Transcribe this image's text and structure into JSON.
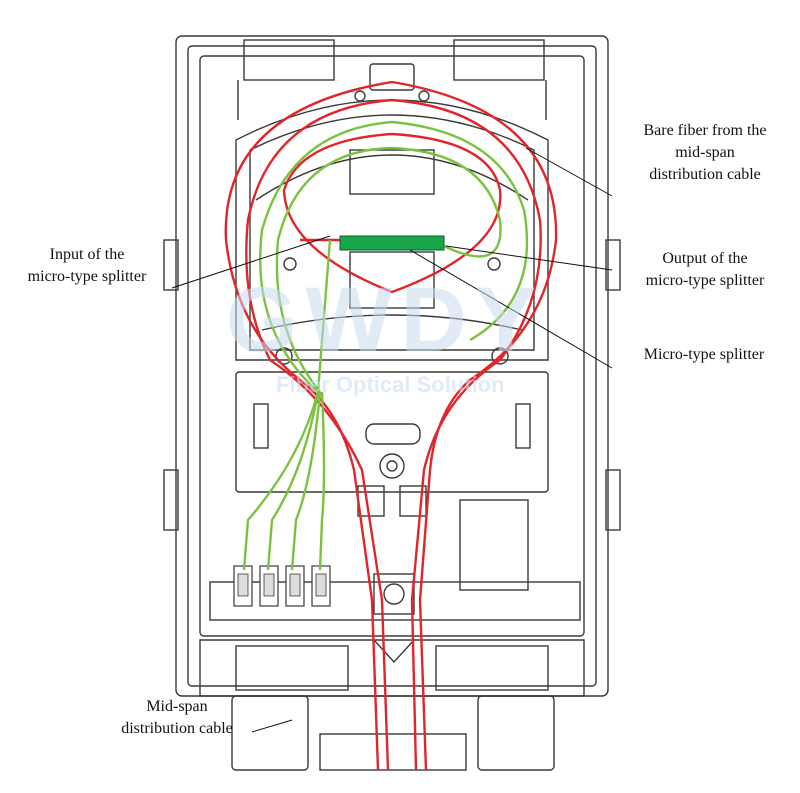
{
  "labels": {
    "bare_fiber_line1": "Bare fiber from the",
    "bare_fiber_line2": "mid-span",
    "bare_fiber_line3": "distribution cable",
    "input_line1": "Input of the",
    "input_line2": "micro-type splitter",
    "output_line1": "Output of the",
    "output_line2": "micro-type splitter",
    "splitter": "Micro-type splitter",
    "midspan_line1": "Mid-span",
    "midspan_line2": "distribution cable"
  },
  "watermark": {
    "brand": "GWDY",
    "tagline": "Fiber Optical Solution"
  },
  "colors": {
    "fiber_bare": "#e0252b",
    "fiber_splitter_out": "#7cc242",
    "splitter_body": "#1aa64a",
    "line_art": "#3a3a3a",
    "watermark": "#c9dcef"
  },
  "adapters": {
    "count": 4
  }
}
